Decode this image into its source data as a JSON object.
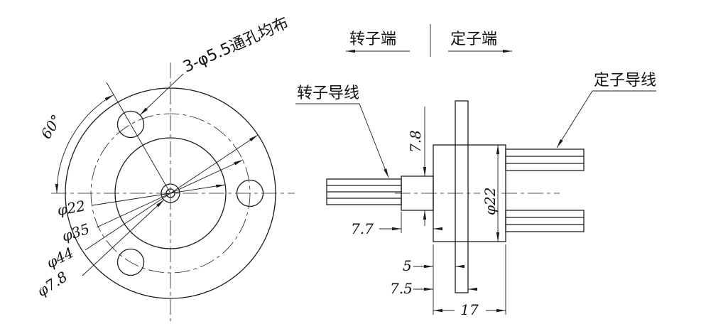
{
  "front_view": {
    "holes_note": "3-φ5.5通孔均布",
    "angle": "60°",
    "d22": "φ22",
    "d35": "φ35",
    "d44": "φ44",
    "d78": "φ7.8"
  },
  "side_view": {
    "rotor_end_label": "转子端",
    "stator_end_label": "定子端",
    "rotor_wire_label": "转子导线",
    "stator_wire_label": "定子导线",
    "dim_step_diameter": "7.8",
    "dim_body_diameter": "φ22",
    "dim_step_length": "7.7",
    "dim_flange_offset": "5",
    "dim_flange_back": "7.5",
    "dim_body_length": "17"
  },
  "style": {
    "line_color": "#1c1c1c",
    "background": "#ffffff"
  }
}
